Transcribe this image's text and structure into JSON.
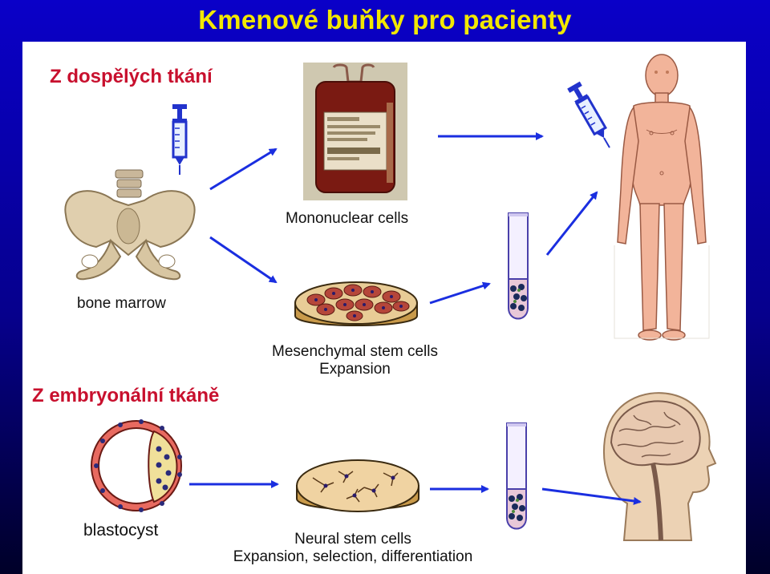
{
  "title": "Kmenové buňky pro pacienty",
  "sources": {
    "adult": "Z dospělých tkání",
    "embryonic": "Z embryonální tkáně"
  },
  "labels": {
    "bone_marrow": "bone marrow",
    "mononuclear": "Mononuclear cells",
    "mesenchymal_line1": "Mesenchymal stem cells",
    "mesenchymal_line2": "Expansion",
    "blastocyst": "blastocyst",
    "neural_line1": "Neural stem cells",
    "neural_line2": "Expansion, selection, differentiation"
  },
  "colors": {
    "background": "#06008c",
    "title": "#f2e800",
    "source_labels": "#c8102e",
    "arrows": "#1a2ee0"
  },
  "icons": {
    "syringe": "syringe-icon",
    "pelvis": "pelvis-icon",
    "blood_bag": "blood-bag-icon",
    "petri_dish": "petri-dish-icon",
    "test_tube": "test-tube-icon",
    "human_body": "human-body-icon",
    "blastocyst": "blastocyst-icon",
    "head_brain": "head-brain-icon"
  }
}
